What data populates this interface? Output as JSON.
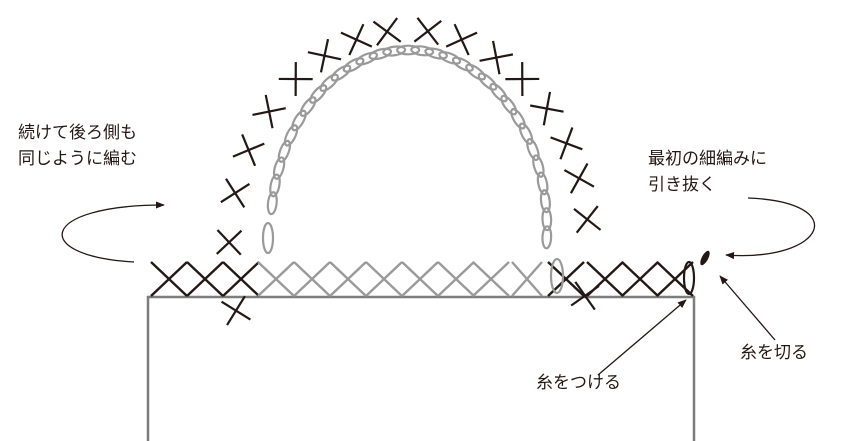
{
  "labels": {
    "continue_line1": "続けて後ろ側も",
    "continue_line2": "同じように編む",
    "pull_line1": "最初の細編みに",
    "pull_line2": "引き抜く",
    "cut_yarn": "糸を切る",
    "attach_yarn": "糸をつける"
  },
  "colors": {
    "ink": "#231815",
    "light_stitch": "#9a9a9a",
    "fabric_outline": "#7d7d7d"
  }
}
